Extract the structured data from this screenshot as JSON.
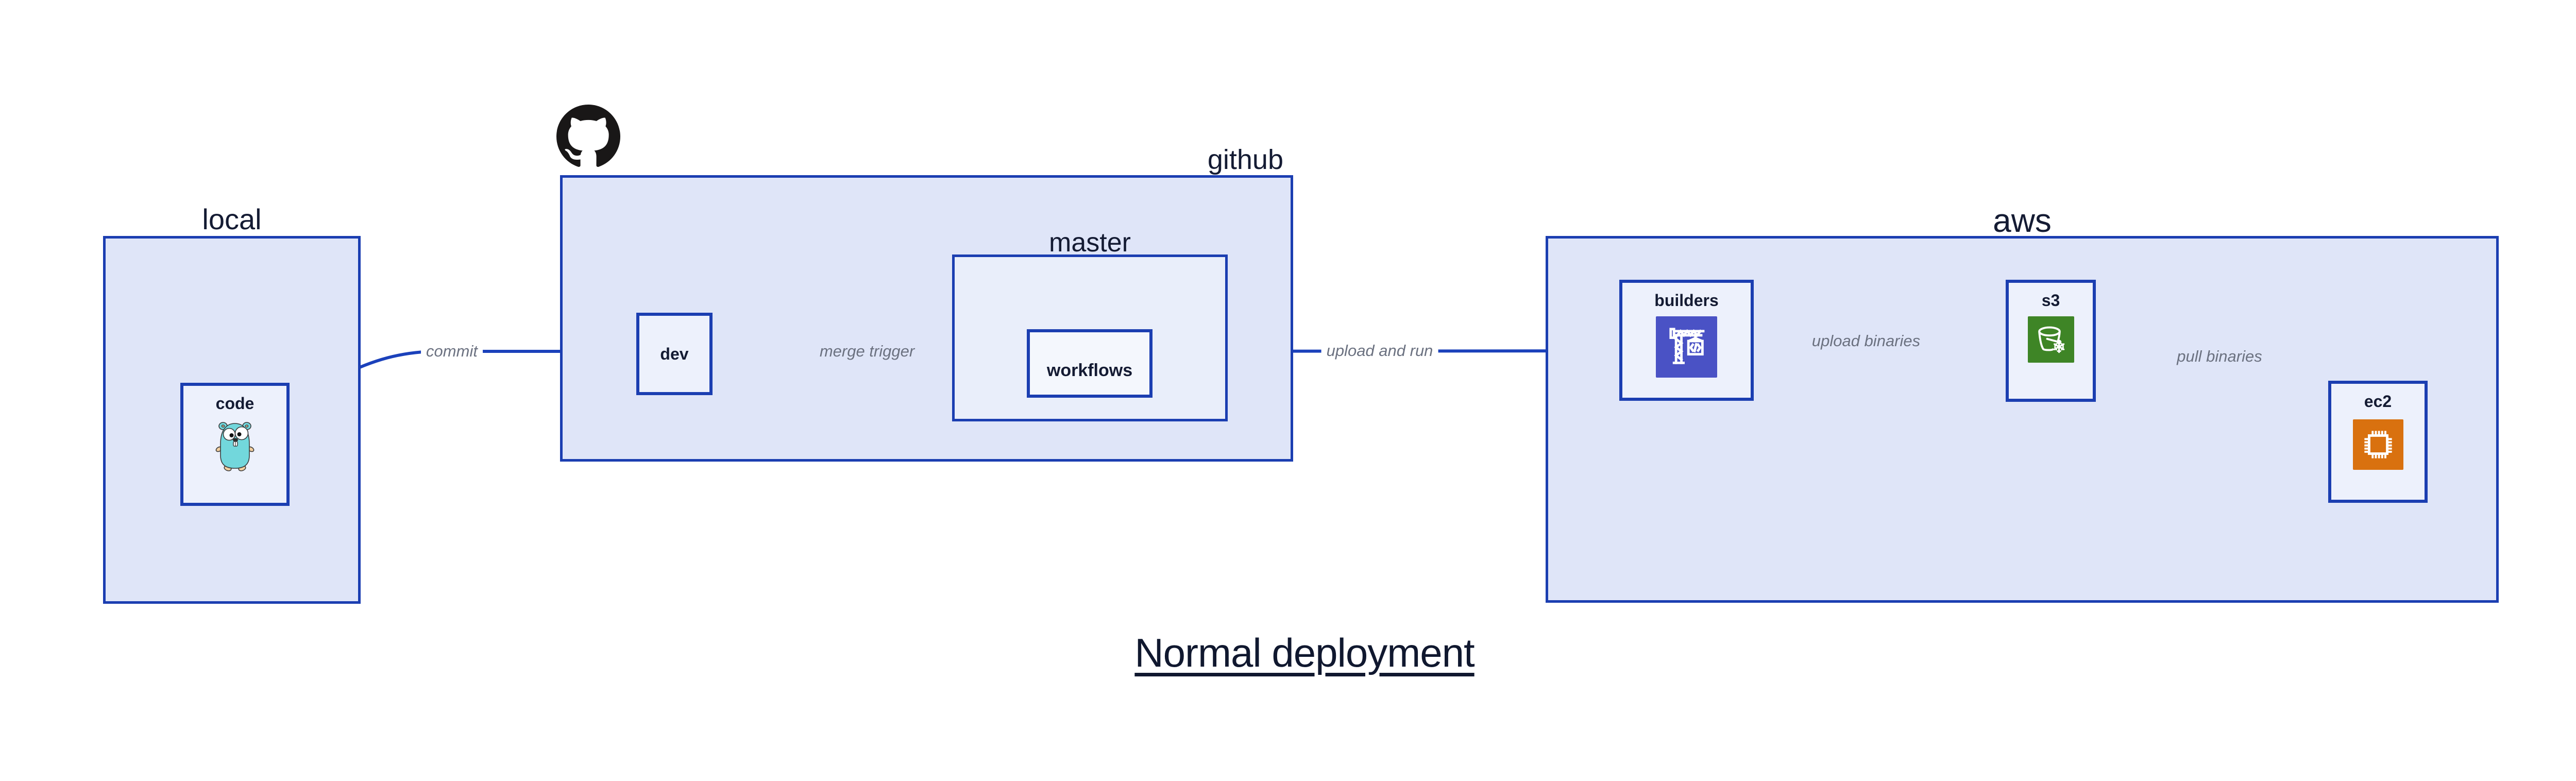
{
  "title": "Normal deployment",
  "colors": {
    "accent_blue": "#1b3eb1",
    "group_fill": "#dfe5f8",
    "master_fill": "#e9eefa",
    "node_fill": "#edf1fc",
    "workflows_fill": "#f4f7fd",
    "label_navy": "#141b33",
    "edge_label_gray": "#6b7180",
    "codebuild_purple": "#4a52c5",
    "s3_green": "#3e8526",
    "ec2_orange": "#d9710f",
    "gopher_teal": "#72d7dc",
    "octocat_black": "#191717"
  },
  "logo": {
    "name": "github-octocat-logo"
  },
  "groups": {
    "local": {
      "label": "local"
    },
    "github": {
      "label": "github"
    },
    "master": {
      "label": "master"
    },
    "aws": {
      "label": "aws"
    }
  },
  "nodes": {
    "code": {
      "label": "code",
      "icon": "go-gopher-icon"
    },
    "dev": {
      "label": "dev"
    },
    "workflows": {
      "label": "workflows"
    },
    "builders": {
      "label": "builders",
      "icon": "codebuild-crane-icon"
    },
    "s3": {
      "label": "s3",
      "icon": "s3-glacier-bucket-icon"
    },
    "ec2": {
      "label": "ec2",
      "icon": "ec2-chip-icon"
    }
  },
  "edges": {
    "commit": {
      "label": "commit"
    },
    "merge_trigger": {
      "label": "merge trigger"
    },
    "upload_and_run": {
      "label": "upload and run"
    },
    "upload_binaries": {
      "label": "upload binaries"
    },
    "pull_binaries": {
      "label": "pull binaries"
    }
  }
}
